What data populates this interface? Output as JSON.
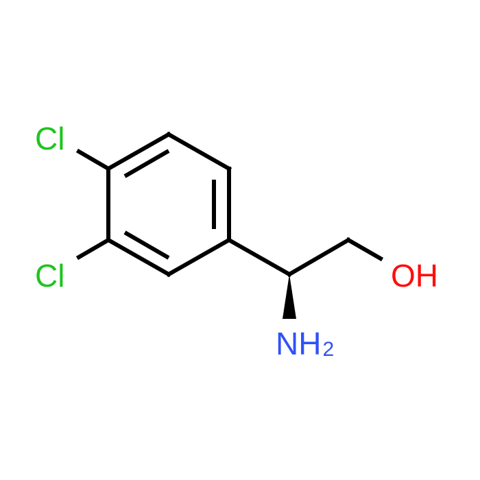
{
  "molecule": {
    "atoms": {
      "cl_top": {
        "symbol": "Cl",
        "color": "#1fc41f"
      },
      "cl_bottom": {
        "symbol": "Cl",
        "color": "#1fc41f"
      },
      "hydroxyl": {
        "symbol": "OH",
        "color": "#ff0d0d"
      },
      "amine": {
        "symbol": "NH",
        "subscript": "2",
        "color": "#3050f8"
      }
    },
    "bond_color": "#000000"
  }
}
